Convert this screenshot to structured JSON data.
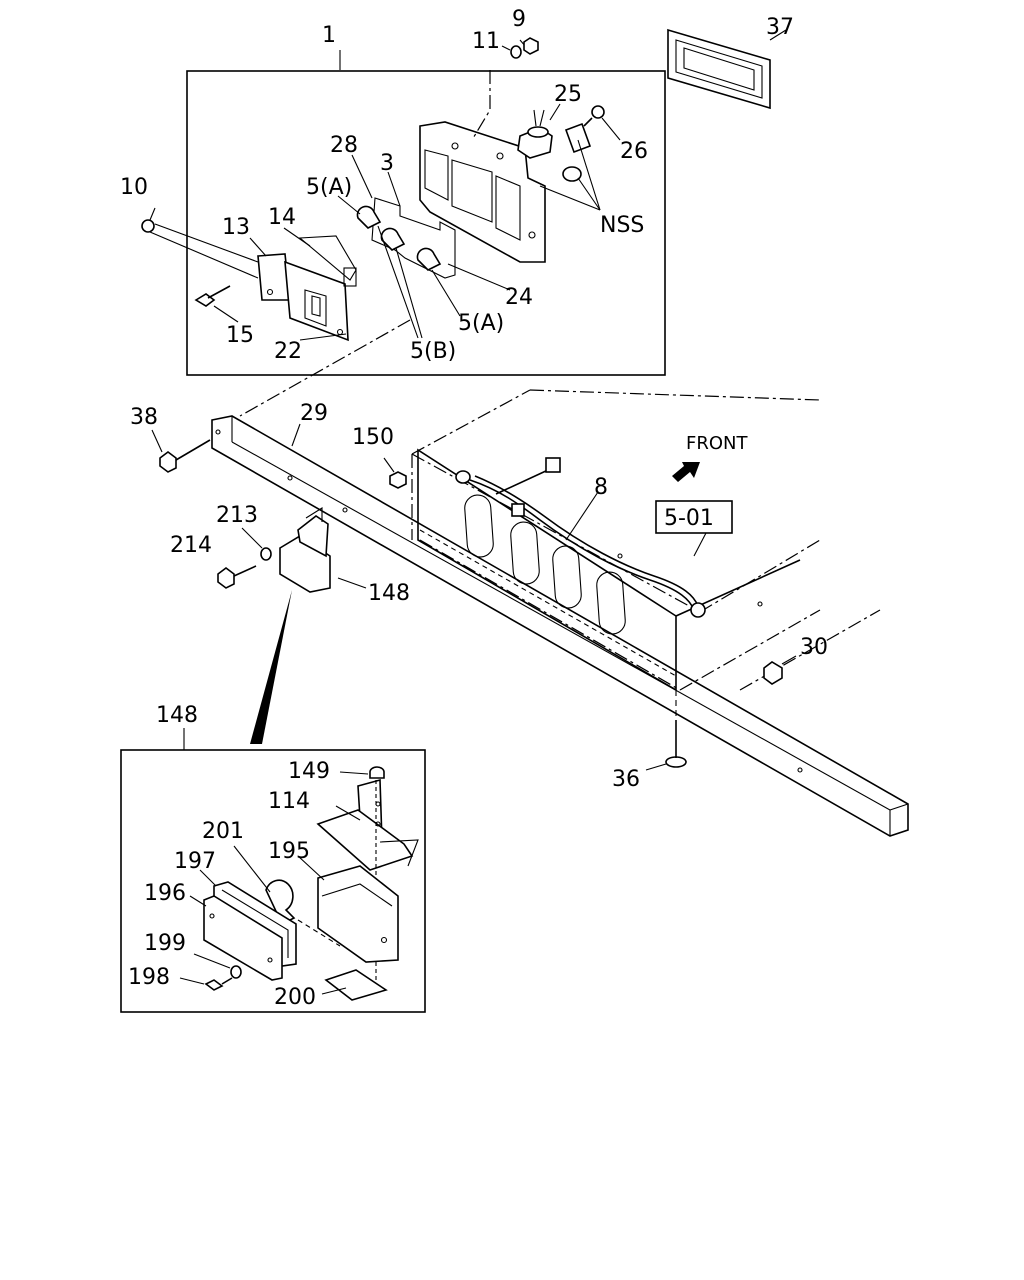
{
  "labels": {
    "l1": "1",
    "l9": "9",
    "l11": "11",
    "l37": "37",
    "l25": "25",
    "l26": "26",
    "l28": "28",
    "l3": "3",
    "l5a1": "5(A)",
    "l10": "10",
    "l13": "13",
    "l14": "14",
    "lnss": "NSS",
    "l24": "24",
    "l5a2": "5(A)",
    "l15": "15",
    "l22": "22",
    "l5b": "5(B)",
    "l38": "38",
    "l29": "29",
    "l150": "150",
    "lfront": "FRONT",
    "l8": "8",
    "l501": "5-01",
    "l213": "213",
    "l214": "214",
    "l148a": "148",
    "l30": "30",
    "l148b": "148",
    "l36": "36",
    "l149": "149",
    "l114": "114",
    "l201": "201",
    "l195": "195",
    "l197": "197",
    "l196": "196",
    "l199": "199",
    "l198": "198",
    "l200": "200"
  }
}
